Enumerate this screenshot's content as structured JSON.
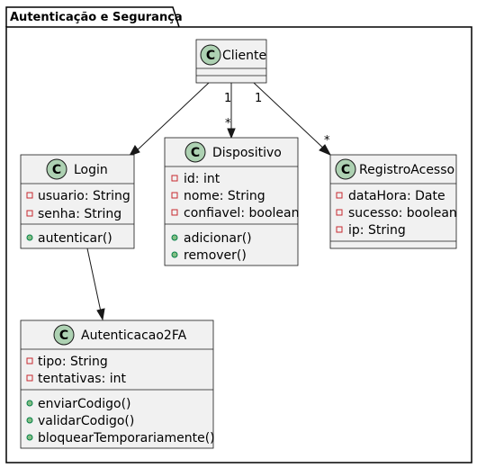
{
  "package": {
    "name": "Autenticação e Segurança"
  },
  "classes": {
    "cliente": {
      "name": "Cliente",
      "icon": "class-c-icon",
      "attributes": [],
      "methods": []
    },
    "login": {
      "name": "Login",
      "icon": "class-c-icon",
      "attributes": [
        "usuario: String",
        "senha: String"
      ],
      "methods": [
        "autenticar()"
      ]
    },
    "dispositivo": {
      "name": "Dispositivo",
      "icon": "class-c-icon",
      "attributes": [
        "id: int",
        "nome: String",
        "confiavel: boolean"
      ],
      "methods": [
        "adicionar()",
        "remover()"
      ]
    },
    "registroAcesso": {
      "name": "RegistroAcesso",
      "icon": "class-c-icon",
      "attributes": [
        "dataHora: Date",
        "sucesso: boolean",
        "ip: String"
      ],
      "methods": []
    },
    "autenticacao2fa": {
      "name": "Autenticacao2FA",
      "icon": "class-c-icon",
      "attributes": [
        "tipo: String",
        "tentativas: int"
      ],
      "methods": [
        "enviarCodigo()",
        "validarCodigo()",
        "bloquearTemporariamente()"
      ]
    }
  },
  "class_icon_letter": "C",
  "relations": [
    {
      "from": "Cliente",
      "to": "Login",
      "from_mult": "",
      "to_mult": ""
    },
    {
      "from": "Cliente",
      "to": "Dispositivo",
      "from_mult": "1",
      "to_mult": "*"
    },
    {
      "from": "Cliente",
      "to": "RegistroAcesso",
      "from_mult": "1",
      "to_mult": "*"
    },
    {
      "from": "Login",
      "to": "Autenticacao2FA",
      "from_mult": "",
      "to_mult": ""
    }
  ],
  "colors": {
    "class_fill": "#F1F1F1",
    "class_icon": "#ADD1B2",
    "private_marker": "#C82930",
    "public_marker": "#84BE84"
  }
}
